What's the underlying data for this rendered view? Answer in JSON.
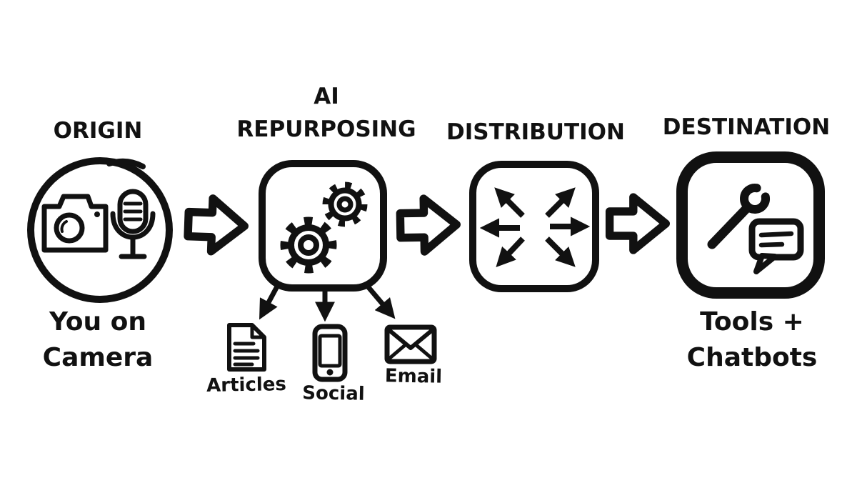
{
  "colors": {
    "ink": "#111111",
    "background": "#ffffff"
  },
  "stages": {
    "origin": {
      "heading": "ORIGIN",
      "caption_line1": "You on",
      "caption_line2": "Camera",
      "icons": [
        "camera-icon",
        "microphone-icon"
      ]
    },
    "repurposing": {
      "heading_line1": "AI",
      "heading_line2": "REPURPOSING",
      "icons": [
        "gears-icon"
      ],
      "outputs": {
        "articles": "Articles",
        "social": "Social",
        "email": "Email",
        "icons": [
          "document-icon",
          "smartphone-icon",
          "envelope-icon"
        ]
      }
    },
    "distribution": {
      "heading": "DISTRIBUTION",
      "icons": [
        "radiating-arrows-icon"
      ]
    },
    "destination": {
      "heading": "DESTINATION",
      "caption_line1": "Tools +",
      "caption_line2": "Chatbots",
      "icons": [
        "wrench-icon",
        "chat-bubble-icon"
      ]
    },
    "connector_icon": "block-arrow-right-icon"
  }
}
